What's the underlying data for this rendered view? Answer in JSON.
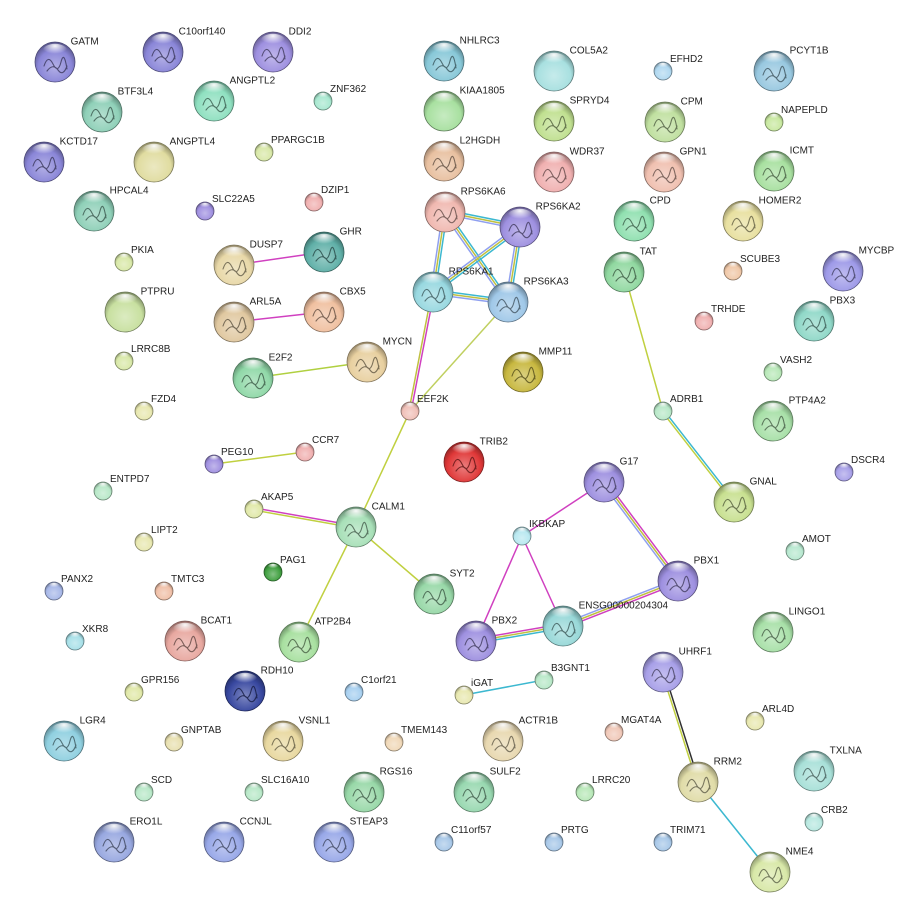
{
  "nodes": [
    {
      "id": "GATM",
      "label": "GATM",
      "color": "#8a86d8",
      "size": "large",
      "glyph": "fold"
    },
    {
      "id": "C10orf140",
      "label": "C10orf140",
      "color": "#8a86d8",
      "size": "large",
      "glyph": "fold"
    },
    {
      "id": "DDI2",
      "label": "DDI2",
      "color": "#9e90e0",
      "size": "large",
      "glyph": "fold"
    },
    {
      "id": "BTF3L4",
      "label": "BTF3L4",
      "color": "#8fd0b8",
      "size": "large",
      "glyph": "fold"
    },
    {
      "id": "ANGPTL2",
      "label": "ANGPTL2",
      "color": "#8fe0c0",
      "size": "large",
      "glyph": "fold"
    },
    {
      "id": "ZNF362",
      "label": "ZNF362",
      "color": "#a8e8d0",
      "size": "small",
      "glyph": "none"
    },
    {
      "id": "KCTD17",
      "label": "KCTD17",
      "color": "#8a86d8",
      "size": "large",
      "glyph": "fold"
    },
    {
      "id": "ANGPTL4",
      "label": "ANGPTL4",
      "color": "#e0dca0",
      "size": "large",
      "glyph": "none"
    },
    {
      "id": "PPARGC1B",
      "label": "PPARGC1B",
      "color": "#d8e8a8",
      "size": "small",
      "glyph": "none"
    },
    {
      "id": "HPCAL4",
      "label": "HPCAL4",
      "color": "#8fd0b8",
      "size": "large",
      "glyph": "fold"
    },
    {
      "id": "SLC22A5",
      "label": "SLC22A5",
      "color": "#a090e0",
      "size": "small",
      "glyph": "none"
    },
    {
      "id": "DZIP1",
      "label": "DZIP1",
      "color": "#f0b0b0",
      "size": "small",
      "glyph": "none"
    },
    {
      "id": "NHLRC3",
      "label": "NHLRC3",
      "color": "#88c8d8",
      "size": "large",
      "glyph": "fold"
    },
    {
      "id": "KIAA1805",
      "label": "KIAA1805",
      "color": "#a8e0a0",
      "size": "large",
      "glyph": "none"
    },
    {
      "id": "L2HGDH",
      "label": "L2HGDH",
      "color": "#e8c0a0",
      "size": "large",
      "glyph": "fold"
    },
    {
      "id": "RPS6KA6",
      "label": "RPS6KA6",
      "color": "#f0b8b0",
      "size": "large",
      "glyph": "fold"
    },
    {
      "id": "RPS6KA2",
      "label": "RPS6KA2",
      "color": "#9e90e0",
      "size": "large",
      "glyph": "fold"
    },
    {
      "id": "RPS6KA1",
      "label": "RPS6KA1",
      "color": "#98d8e0",
      "size": "large",
      "glyph": "fold"
    },
    {
      "id": "RPS6KA3",
      "label": "RPS6KA3",
      "color": "#a0c8e8",
      "size": "large",
      "glyph": "fold"
    },
    {
      "id": "COL5A2",
      "label": "COL5A2",
      "color": "#a8e0e0",
      "size": "large",
      "glyph": "none"
    },
    {
      "id": "EFHD2",
      "label": "EFHD2",
      "color": "#b0d8f0",
      "size": "small",
      "glyph": "none"
    },
    {
      "id": "PCYT1B",
      "label": "PCYT1B",
      "color": "#98c8e0",
      "size": "large",
      "glyph": "fold"
    },
    {
      "id": "SPRYD4",
      "label": "SPRYD4",
      "color": "#c0e090",
      "size": "large",
      "glyph": "fold"
    },
    {
      "id": "CPM",
      "label": "CPM",
      "color": "#c0e0a0",
      "size": "large",
      "glyph": "fold"
    },
    {
      "id": "NAPEPLD",
      "label": "NAPEPLD",
      "color": "#c8e8a0",
      "size": "small",
      "glyph": "none"
    },
    {
      "id": "WDR37",
      "label": "WDR37",
      "color": "#f0b0b0",
      "size": "large",
      "glyph": "fold"
    },
    {
      "id": "GPN1",
      "label": "GPN1",
      "color": "#f0c0b0",
      "size": "large",
      "glyph": "fold"
    },
    {
      "id": "ICMT",
      "label": "ICMT",
      "color": "#a8e0a0",
      "size": "large",
      "glyph": "fold"
    },
    {
      "id": "CPD",
      "label": "CPD",
      "color": "#90e0b0",
      "size": "large",
      "glyph": "fold"
    },
    {
      "id": "HOMER2",
      "label": "HOMER2",
      "color": "#e8e0a0",
      "size": "large",
      "glyph": "fold"
    },
    {
      "id": "PKIA",
      "label": "PKIA",
      "color": "#d8e8a8",
      "size": "small",
      "glyph": "none"
    },
    {
      "id": "DUSP7",
      "label": "DUSP7",
      "color": "#e8d8a8",
      "size": "large",
      "glyph": "fold"
    },
    {
      "id": "GHR",
      "label": "GHR",
      "color": "#60b0a8",
      "size": "large",
      "glyph": "fold"
    },
    {
      "id": "TAT",
      "label": "TAT",
      "color": "#90d8a0",
      "size": "large",
      "glyph": "fold"
    },
    {
      "id": "SCUBE3",
      "label": "SCUBE3",
      "color": "#f0c8a8",
      "size": "small",
      "glyph": "none"
    },
    {
      "id": "MYCBP",
      "label": "MYCBP",
      "color": "#9e9ae8",
      "size": "large",
      "glyph": "fold"
    },
    {
      "id": "PTPRU",
      "label": "PTPRU",
      "color": "#c8e0a0",
      "size": "large",
      "glyph": "none"
    },
    {
      "id": "ARL5A",
      "label": "ARL5A",
      "color": "#e0c8a0",
      "size": "large",
      "glyph": "fold"
    },
    {
      "id": "CBX5",
      "label": "CBX5",
      "color": "#f0c0a0",
      "size": "large",
      "glyph": "fold"
    },
    {
      "id": "TRHDE",
      "label": "TRHDE",
      "color": "#f0b0b0",
      "size": "small",
      "glyph": "none"
    },
    {
      "id": "PBX3",
      "label": "PBX3",
      "color": "#90d8c8",
      "size": "large",
      "glyph": "fold"
    },
    {
      "id": "LRRC8B",
      "label": "LRRC8B",
      "color": "#d8e8a8",
      "size": "small",
      "glyph": "none"
    },
    {
      "id": "MYCN",
      "label": "MYCN",
      "color": "#e8d0a0",
      "size": "large",
      "glyph": "fold"
    },
    {
      "id": "E2F2",
      "label": "E2F2",
      "color": "#90d8a8",
      "size": "large",
      "glyph": "fold"
    },
    {
      "id": "MMP11",
      "label": "MMP11",
      "color": "#c8b840",
      "size": "large",
      "glyph": "fold"
    },
    {
      "id": "VASH2",
      "label": "VASH2",
      "color": "#b8e8b8",
      "size": "small",
      "glyph": "none"
    },
    {
      "id": "FZD4",
      "label": "FZD4",
      "color": "#e8e8b0",
      "size": "small",
      "glyph": "none"
    },
    {
      "id": "EEF2K",
      "label": "EEF2K",
      "color": "#f0c0b8",
      "size": "small",
      "glyph": "none"
    },
    {
      "id": "ADRB1",
      "label": "ADRB1",
      "color": "#b8e8c8",
      "size": "small",
      "glyph": "none"
    },
    {
      "id": "PTP4A2",
      "label": "PTP4A2",
      "color": "#a8e0a8",
      "size": "large",
      "glyph": "fold"
    },
    {
      "id": "PEG10",
      "label": "PEG10",
      "color": "#a090e0",
      "size": "small",
      "glyph": "none"
    },
    {
      "id": "CCR7",
      "label": "CCR7",
      "color": "#f0b0b0",
      "size": "small",
      "glyph": "none"
    },
    {
      "id": "TRIB2",
      "label": "TRIB2",
      "color": "#e03838",
      "size": "large",
      "glyph": "fold"
    },
    {
      "id": "DSCR4",
      "label": "DSCR4",
      "color": "#a8a0e8",
      "size": "small",
      "glyph": "none"
    },
    {
      "id": "ENTPD7",
      "label": "ENTPD7",
      "color": "#b8e8c8",
      "size": "small",
      "glyph": "none"
    },
    {
      "id": "G17",
      "label": "G17",
      "color": "#9e90e0",
      "size": "large",
      "glyph": "fold"
    },
    {
      "id": "AKAP5",
      "label": "AKAP5",
      "color": "#e0e8a8",
      "size": "small",
      "glyph": "none"
    },
    {
      "id": "CALM1",
      "label": "CALM1",
      "color": "#a8e0b8",
      "size": "large",
      "glyph": "fold"
    },
    {
      "id": "GNAL",
      "label": "GNAL",
      "color": "#c8e090",
      "size": "large",
      "glyph": "fold"
    },
    {
      "id": "IKBKAP",
      "label": "IKBKAP",
      "color": "#b8e8f0",
      "size": "small",
      "glyph": "none"
    },
    {
      "id": "LIPT2",
      "label": "LIPT2",
      "color": "#e8e8b0",
      "size": "small",
      "glyph": "none"
    },
    {
      "id": "AMOT",
      "label": "AMOT",
      "color": "#b8e8d0",
      "size": "small",
      "glyph": "none"
    },
    {
      "id": "PAG1",
      "label": "PAG1",
      "color": "#40a040",
      "size": "small",
      "glyph": "none"
    },
    {
      "id": "SYT2",
      "label": "SYT2",
      "color": "#98d8a8",
      "size": "large",
      "glyph": "fold"
    },
    {
      "id": "PBX1",
      "label": "PBX1",
      "color": "#9e90e0",
      "size": "large",
      "glyph": "fold"
    },
    {
      "id": "PANX2",
      "label": "PANX2",
      "color": "#a8b8e8",
      "size": "small",
      "glyph": "none"
    },
    {
      "id": "TMTC3",
      "label": "TMTC3",
      "color": "#f0c0a8",
      "size": "small",
      "glyph": "none"
    },
    {
      "id": "XKR8",
      "label": "XKR8",
      "color": "#a8e0e8",
      "size": "small",
      "glyph": "none"
    },
    {
      "id": "BCAT1",
      "label": "BCAT1",
      "color": "#e8a8a0",
      "size": "large",
      "glyph": "fold"
    },
    {
      "id": "ATP2B4",
      "label": "ATP2B4",
      "color": "#a8e0a0",
      "size": "large",
      "glyph": "fold"
    },
    {
      "id": "ENSG00000204304",
      "label": "ENSG00000204304",
      "color": "#98d8d8",
      "size": "large",
      "glyph": "fold"
    },
    {
      "id": "PBX2",
      "label": "PBX2",
      "color": "#9e90e0",
      "size": "large",
      "glyph": "fold"
    },
    {
      "id": "LINGO1",
      "label": "LINGO1",
      "color": "#a8e0a8",
      "size": "large",
      "glyph": "fold"
    },
    {
      "id": "UHRF1",
      "label": "UHRF1",
      "color": "#a8a0e8",
      "size": "large",
      "glyph": "fold"
    },
    {
      "id": "RDH10",
      "label": "RDH10",
      "color": "#3848a0",
      "size": "large",
      "glyph": "fold"
    },
    {
      "id": "C1orf21",
      "label": "C1orf21",
      "color": "#a8d0f0",
      "size": "small",
      "glyph": "none"
    },
    {
      "id": "GPR156",
      "label": "GPR156",
      "color": "#e0e8a8",
      "size": "small",
      "glyph": "none"
    },
    {
      "id": "iGAT",
      "label": "iGAT",
      "color": "#e8e8b0",
      "size": "small",
      "glyph": "none"
    },
    {
      "id": "B3GNT1",
      "label": "B3GNT1",
      "color": "#b8e8c8",
      "size": "small",
      "glyph": "none"
    },
    {
      "id": "ARL4D",
      "label": "ARL4D",
      "color": "#e8e8b0",
      "size": "small",
      "glyph": "none"
    },
    {
      "id": "LGR4",
      "label": "LGR4",
      "color": "#90d0e0",
      "size": "large",
      "glyph": "fold"
    },
    {
      "id": "GNPTAB",
      "label": "GNPTAB",
      "color": "#e8e0b0",
      "size": "small",
      "glyph": "none"
    },
    {
      "id": "VSNL1",
      "label": "VSNL1",
      "color": "#e8d8a0",
      "size": "large",
      "glyph": "fold"
    },
    {
      "id": "TMEM143",
      "label": "TMEM143",
      "color": "#f0d8b8",
      "size": "small",
      "glyph": "none"
    },
    {
      "id": "ACTR1B",
      "label": "ACTR1B",
      "color": "#e8d8b0",
      "size": "large",
      "glyph": "fold"
    },
    {
      "id": "MGAT4A",
      "label": "MGAT4A",
      "color": "#f0c8b8",
      "size": "small",
      "glyph": "none"
    },
    {
      "id": "TXLNA",
      "label": "TXLNA",
      "color": "#a8e0d8",
      "size": "large",
      "glyph": "fold"
    },
    {
      "id": "RRM2",
      "label": "RRM2",
      "color": "#e0dca8",
      "size": "large",
      "glyph": "fold"
    },
    {
      "id": "SCD",
      "label": "SCD",
      "color": "#b8e8c8",
      "size": "small",
      "glyph": "none"
    },
    {
      "id": "SLC16A10",
      "label": "SLC16A10",
      "color": "#b8e8c8",
      "size": "small",
      "glyph": "none"
    },
    {
      "id": "RGS16",
      "label": "RGS16",
      "color": "#98d8a8",
      "size": "large",
      "glyph": "fold"
    },
    {
      "id": "SULF2",
      "label": "SULF2",
      "color": "#98d8b0",
      "size": "large",
      "glyph": "fold"
    },
    {
      "id": "LRRC20",
      "label": "LRRC20",
      "color": "#b8e8b8",
      "size": "small",
      "glyph": "none"
    },
    {
      "id": "CRB2",
      "label": "CRB2",
      "color": "#b8e8e0",
      "size": "small",
      "glyph": "none"
    },
    {
      "id": "ERO1L",
      "label": "ERO1L",
      "color": "#98a8e0",
      "size": "large",
      "glyph": "fold"
    },
    {
      "id": "CCNJL",
      "label": "CCNJL",
      "color": "#98a8e8",
      "size": "large",
      "glyph": "fold"
    },
    {
      "id": "STEAP3",
      "label": "STEAP3",
      "color": "#98a8e8",
      "size": "large",
      "glyph": "fold"
    },
    {
      "id": "C11orf57",
      "label": "C11orf57",
      "color": "#a8c8e8",
      "size": "small",
      "glyph": "none"
    },
    {
      "id": "PRTG",
      "label": "PRTG",
      "color": "#a8c8e8",
      "size": "small",
      "glyph": "none"
    },
    {
      "id": "TRIM71",
      "label": "TRIM71",
      "color": "#a8c8e8",
      "size": "small",
      "glyph": "none"
    },
    {
      "id": "NME4",
      "label": "NME4",
      "color": "#d8e8a8",
      "size": "large",
      "glyph": "fold"
    }
  ],
  "edges": [
    {
      "source": "RPS6KA6",
      "target": "RPS6KA2",
      "colors": [
        "#3cb8d0",
        "#c0c040",
        "#8fa0f0"
      ]
    },
    {
      "source": "RPS6KA6",
      "target": "RPS6KA1",
      "colors": [
        "#3cb8d0",
        "#c0c040",
        "#8fa0f0"
      ]
    },
    {
      "source": "RPS6KA6",
      "target": "RPS6KA3",
      "colors": [
        "#3cb8d0",
        "#c0c040",
        "#8fa0f0"
      ]
    },
    {
      "source": "RPS6KA2",
      "target": "RPS6KA1",
      "colors": [
        "#3cb8d0",
        "#c0c040",
        "#8fa0f0"
      ]
    },
    {
      "source": "RPS6KA2",
      "target": "RPS6KA3",
      "colors": [
        "#3cb8d0",
        "#c0c040",
        "#8fa0f0"
      ]
    },
    {
      "source": "RPS6KA1",
      "target": "RPS6KA3",
      "colors": [
        "#3cb8d0",
        "#c0c040",
        "#8fa0f0"
      ]
    },
    {
      "source": "RPS6KA1",
      "target": "EEF2K",
      "colors": [
        "#d040c0",
        "#c0c040"
      ]
    },
    {
      "source": "RPS6KA3",
      "target": "EEF2K",
      "colors": [
        "#c0d060"
      ]
    },
    {
      "source": "DUSP7",
      "target": "GHR",
      "colors": [
        "#d040c0"
      ]
    },
    {
      "source": "ARL5A",
      "target": "CBX5",
      "colors": [
        "#d040c0"
      ]
    },
    {
      "source": "E2F2",
      "target": "MYCN",
      "colors": [
        "#b0d040"
      ]
    },
    {
      "source": "PEG10",
      "target": "CCR7",
      "colors": [
        "#c0d040"
      ]
    },
    {
      "source": "EEF2K",
      "target": "CALM1",
      "colors": [
        "#c0d040"
      ]
    },
    {
      "source": "AKAP5",
      "target": "CALM1",
      "colors": [
        "#d040c0",
        "#c0d040"
      ]
    },
    {
      "source": "CALM1",
      "target": "SYT2",
      "colors": [
        "#c0d040"
      ]
    },
    {
      "source": "CALM1",
      "target": "ATP2B4",
      "colors": [
        "#c0d040"
      ]
    },
    {
      "source": "TAT",
      "target": "ADRB1",
      "colors": [
        "#c0d040"
      ]
    },
    {
      "source": "ADRB1",
      "target": "GNAL",
      "colors": [
        "#3cb8d0",
        "#c0d040"
      ]
    },
    {
      "source": "G17",
      "target": "IKBKAP",
      "colors": [
        "#d040c0"
      ]
    },
    {
      "source": "G17",
      "target": "PBX1",
      "colors": [
        "#d040c0",
        "#c0c040",
        "#8fa0f0"
      ]
    },
    {
      "source": "IKBKAP",
      "target": "PBX2",
      "colors": [
        "#d040c0"
      ]
    },
    {
      "source": "IKBKAP",
      "target": "ENSG00000204304",
      "colors": [
        "#d040c0"
      ]
    },
    {
      "source": "PBX1",
      "target": "ENSG00000204304",
      "colors": [
        "#d040c0",
        "#c0c040",
        "#8fa0f0"
      ]
    },
    {
      "source": "PBX2",
      "target": "ENSG00000204304",
      "colors": [
        "#d040c0",
        "#c0c040",
        "#3cb8d0"
      ]
    },
    {
      "source": "iGAT",
      "target": "B3GNT1",
      "colors": [
        "#3cb8d0"
      ]
    },
    {
      "source": "UHRF1",
      "target": "RRM2",
      "colors": [
        "#303030",
        "#c0d040"
      ]
    },
    {
      "source": "RRM2",
      "target": "NME4",
      "colors": [
        "#3cb8d0"
      ]
    }
  ]
}
